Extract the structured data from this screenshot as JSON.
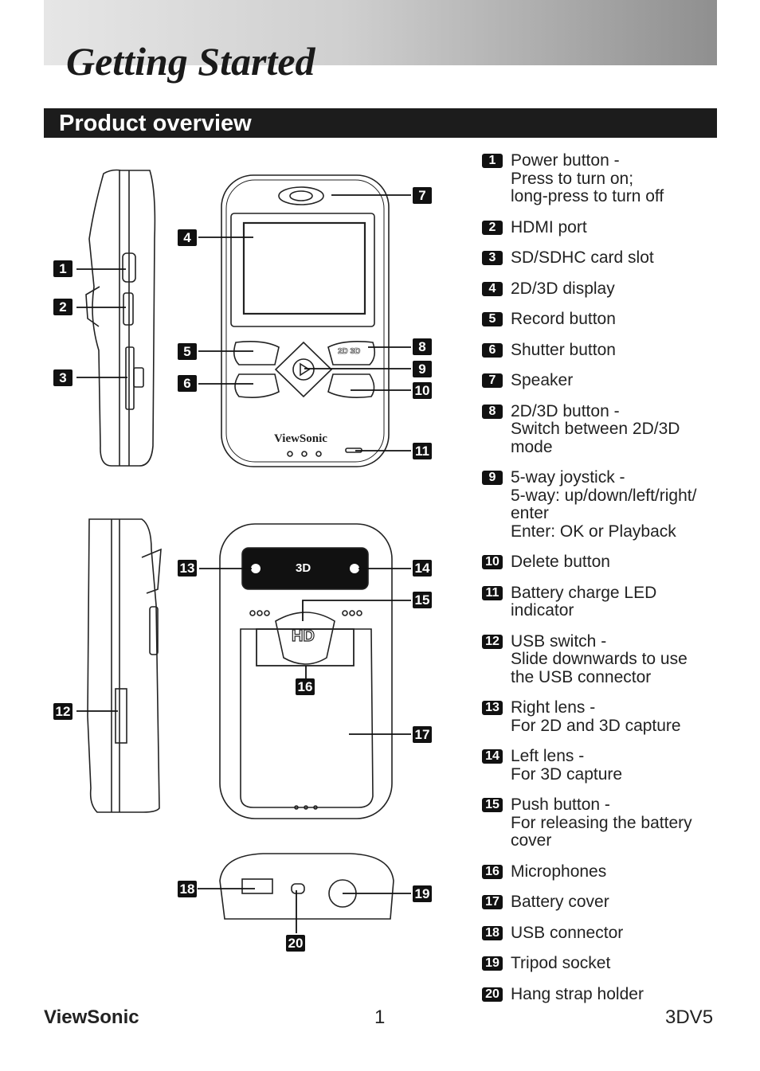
{
  "header": {
    "title": "Getting Started"
  },
  "section": {
    "title": "Product overview"
  },
  "device": {
    "brand": "ViewSonic",
    "lens_label": "3D",
    "hd_label": "HD",
    "key_label": "2D 3D"
  },
  "legend": [
    {
      "num": "1",
      "lines": [
        "Power button -",
        "Press to turn on;",
        "long-press to turn off"
      ]
    },
    {
      "num": "2",
      "lines": [
        "HDMI port"
      ]
    },
    {
      "num": "3",
      "lines": [
        "SD/SDHC card slot"
      ]
    },
    {
      "num": "4",
      "lines": [
        "2D/3D display"
      ]
    },
    {
      "num": "5",
      "lines": [
        "Record button"
      ]
    },
    {
      "num": "6",
      "lines": [
        "Shutter button"
      ]
    },
    {
      "num": "7",
      "lines": [
        "Speaker"
      ]
    },
    {
      "num": "8",
      "lines": [
        "2D/3D button -",
        "Switch between 2D/3D",
        "mode"
      ]
    },
    {
      "num": "9",
      "lines": [
        "5-way joystick -",
        "5-way: up/down/left/right/",
        "enter",
        "Enter: OK or Playback"
      ]
    },
    {
      "num": "10",
      "lines": [
        "Delete button"
      ]
    },
    {
      "num": "11",
      "lines": [
        "Battery charge LED",
        "indicator"
      ]
    },
    {
      "num": "12",
      "lines": [
        "USB switch -",
        "Slide downwards to use",
        "the USB connector"
      ]
    },
    {
      "num": "13",
      "lines": [
        "Right lens -",
        "For 2D and 3D capture"
      ]
    },
    {
      "num": "14",
      "lines": [
        "Left lens -",
        "For 3D capture"
      ]
    },
    {
      "num": "15",
      "lines": [
        "Push button -",
        "For releasing the battery",
        "cover"
      ]
    },
    {
      "num": "16",
      "lines": [
        "Microphones"
      ]
    },
    {
      "num": "17",
      "lines": [
        "Battery cover"
      ]
    },
    {
      "num": "18",
      "lines": [
        "USB connector"
      ]
    },
    {
      "num": "19",
      "lines": [
        "Tripod socket"
      ]
    },
    {
      "num": "20",
      "lines": [
        "Hang strap holder"
      ]
    }
  ],
  "footer": {
    "brand": "ViewSonic",
    "page": "1",
    "model": "3DV5"
  }
}
